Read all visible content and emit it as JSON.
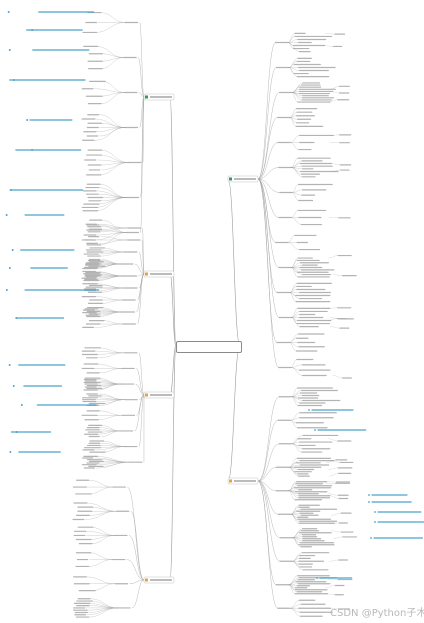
{
  "center": {
    "label": ""
  },
  "branches": [
    {
      "side": "left",
      "label": ""
    },
    {
      "side": "left",
      "label": ""
    },
    {
      "side": "left",
      "label": ""
    },
    {
      "side": "left",
      "label": ""
    },
    {
      "side": "right",
      "label": ""
    },
    {
      "side": "right",
      "label": ""
    }
  ],
  "colors": {
    "line": "#9a9a9a",
    "leaf": "#b3b3b3",
    "branch_marker": "#e8a33a",
    "accent_marker": "#2e9e5b",
    "annotation": "#4aa3c9"
  },
  "watermark": "CSDN @Python子木_"
}
